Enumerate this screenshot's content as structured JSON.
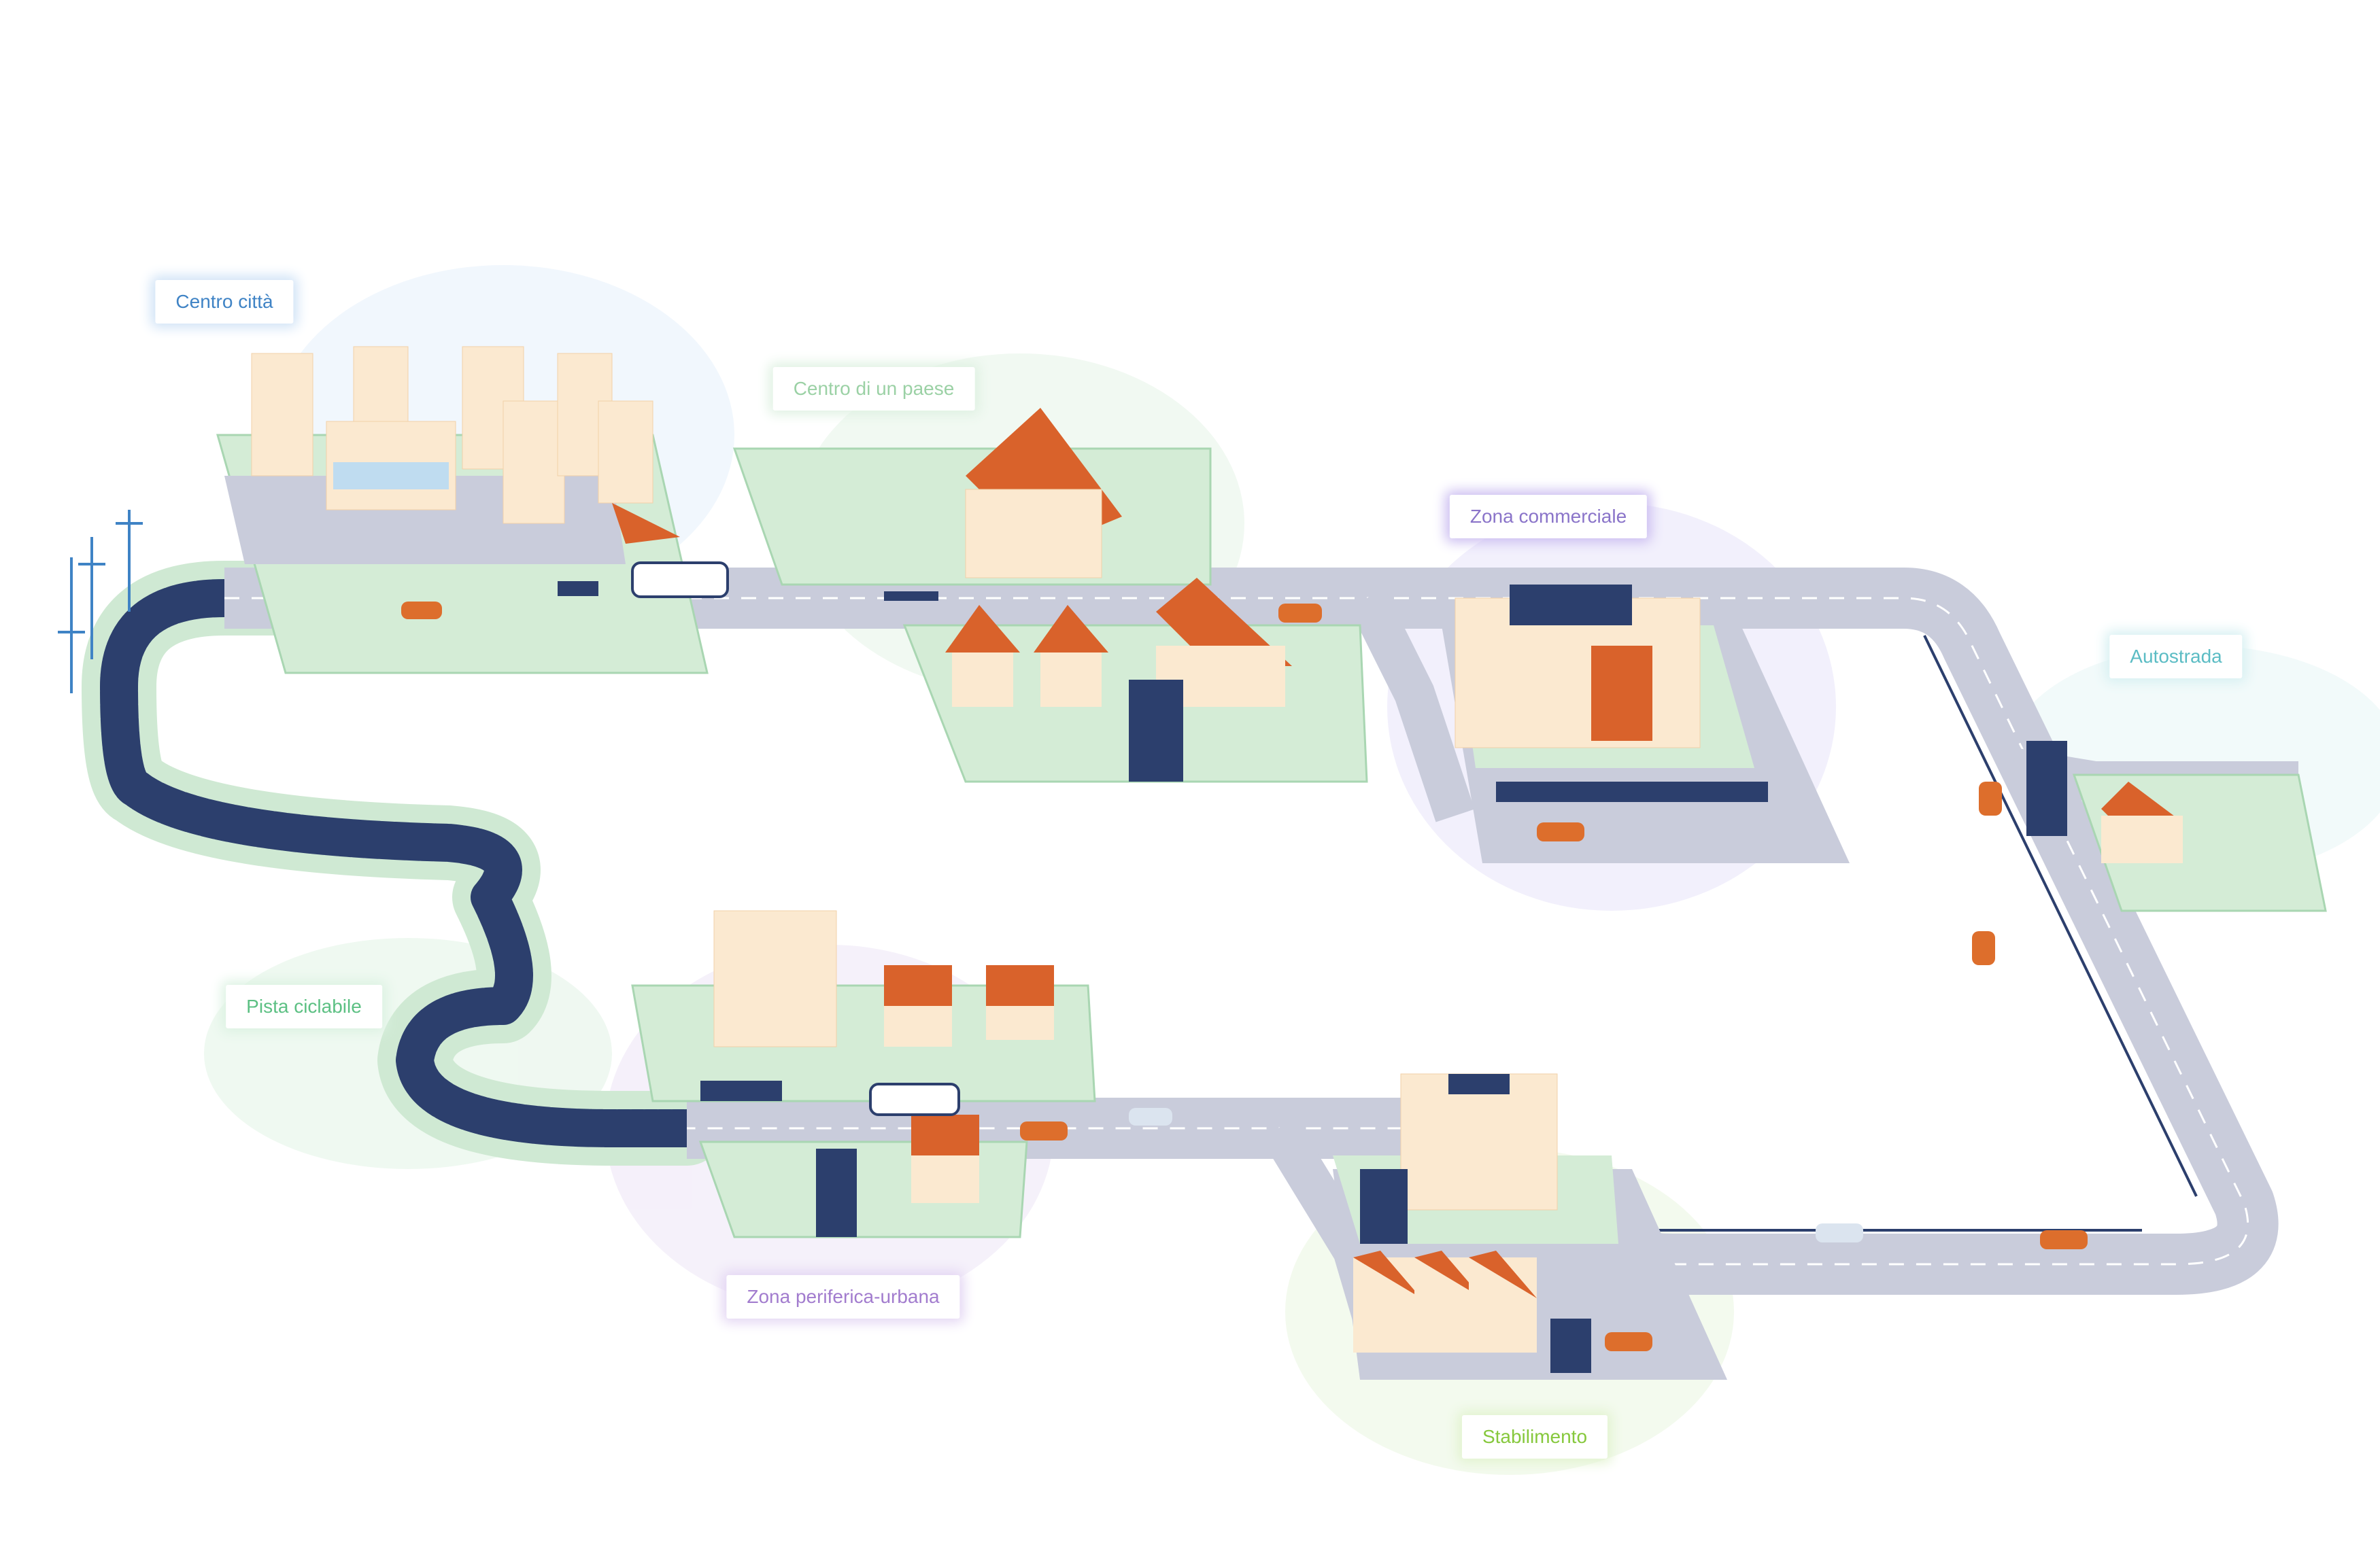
{
  "diagram": {
    "labels": [
      {
        "id": "centro-citta",
        "text": "Centro città",
        "color": "#3f83c5",
        "glow": "#cfe2f6"
      },
      {
        "id": "centro-paese",
        "text": "Centro di un paese",
        "color": "#9bd1a5",
        "glow": "#dff1e2"
      },
      {
        "id": "zona-commerciale",
        "text": "Zona commerciale",
        "color": "#8a74c9",
        "glow": "#cbbdf1"
      },
      {
        "id": "autostrada",
        "text": "Autostrada",
        "color": "#5bbcc4",
        "glow": "#d7f0f2"
      },
      {
        "id": "pista-ciclabile",
        "text": "Pista ciclabile",
        "color": "#5cc083",
        "glow": "#dcf2e2"
      },
      {
        "id": "zona-periferica",
        "text": "Zona periferica-urbana",
        "color": "#a27cce",
        "glow": "#e3d5f3"
      },
      {
        "id": "stabilimento",
        "text": "Stabilimento",
        "color": "#86c83c",
        "glow": "#e2f3cf"
      }
    ],
    "colors": {
      "road": "#c9ccdb",
      "road_edge": "#9ea3bb",
      "lane": "#ffffff",
      "grass": "#d4ecd6",
      "grass_edge": "#a9d6b2",
      "solar": "#2c3f6d",
      "roof": "#d9622b",
      "building": "#fbe9d0",
      "glass": "#bfdcf0",
      "car": "#dd6e2c",
      "tree": "#c3e6c6"
    },
    "icons": [
      "power-pylon-icon",
      "bus-icon",
      "car-icon",
      "wifi-icon",
      "solar-panel-icon",
      "street-lamp-icon",
      "tree-icon",
      "cyclist-icon"
    ]
  }
}
